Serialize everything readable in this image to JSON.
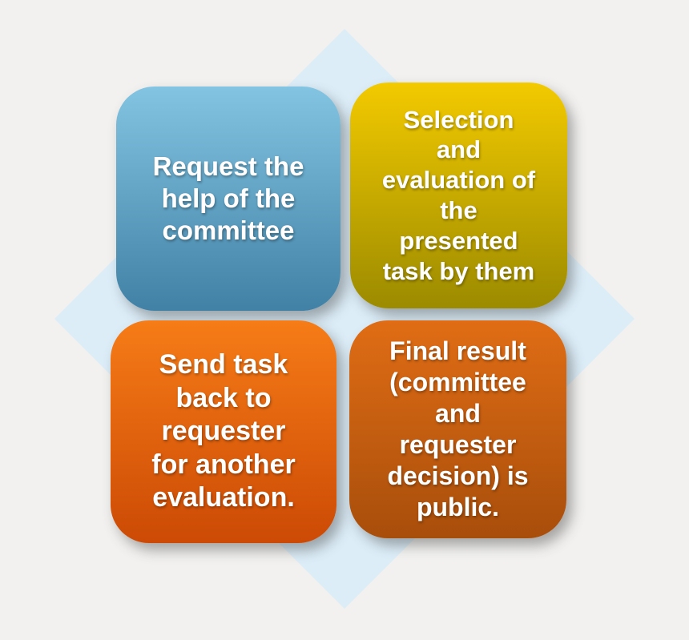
{
  "diagram": {
    "page_background": "#f2f1ef",
    "diamond_color": "#dcedf8",
    "text_color": "#ffffff",
    "boxes": [
      {
        "id": "request-help",
        "text": "Request the\nhelp of the\ncommittee",
        "color_top": "#83c4e2",
        "color_bottom": "#4181a5"
      },
      {
        "id": "selection-evaluation",
        "text": "Selection\nand\nevaluation of\nthe\npresented\ntask by them",
        "color_top": "#f3ca00",
        "color_bottom": "#9c8b00"
      },
      {
        "id": "send-back",
        "text": "Send task\nback to\nrequester\nfor another\nevaluation.",
        "color_top": "#f67c17",
        "color_bottom": "#cc4a05"
      },
      {
        "id": "final-result",
        "text": "Final result\n(committee\nand\nrequester\ndecision) is\npublic.",
        "color_top": "#e06d15",
        "color_bottom": "#a84e0b"
      }
    ]
  }
}
